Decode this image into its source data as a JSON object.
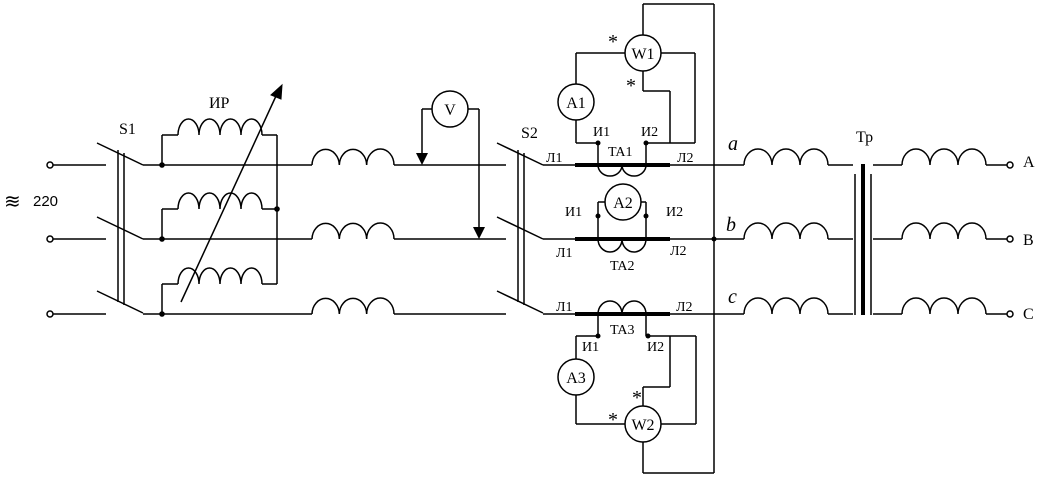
{
  "source": {
    "symbol": "≋",
    "voltage": "220"
  },
  "switches": {
    "s1": "S1",
    "s2": "S2"
  },
  "regulator": {
    "label": "ИР"
  },
  "voltmeter": {
    "label": "V"
  },
  "ammeters": {
    "a1": "A1",
    "a2": "A2",
    "a3": "A3"
  },
  "wattmeters": {
    "w1": "W1",
    "w2": "W2",
    "star": "*"
  },
  "current_transformers": {
    "ta1": {
      "name": "TA1",
      "l1": "Л1",
      "l2": "Л2",
      "i1": "И1",
      "i2": "И2"
    },
    "ta2": {
      "name": "TA2",
      "l1": "Л1",
      "l2": "Л2",
      "i1": "И1",
      "i2": "И2"
    },
    "ta3": {
      "name": "TA3",
      "l1": "Л1",
      "l2": "Л2",
      "i1": "И1",
      "i2": "И2"
    }
  },
  "phases": {
    "a": "a",
    "b": "b",
    "c": "c"
  },
  "transformer": {
    "label": "Тр"
  },
  "outputs": {
    "a": "A",
    "b": "B",
    "c": "C"
  }
}
